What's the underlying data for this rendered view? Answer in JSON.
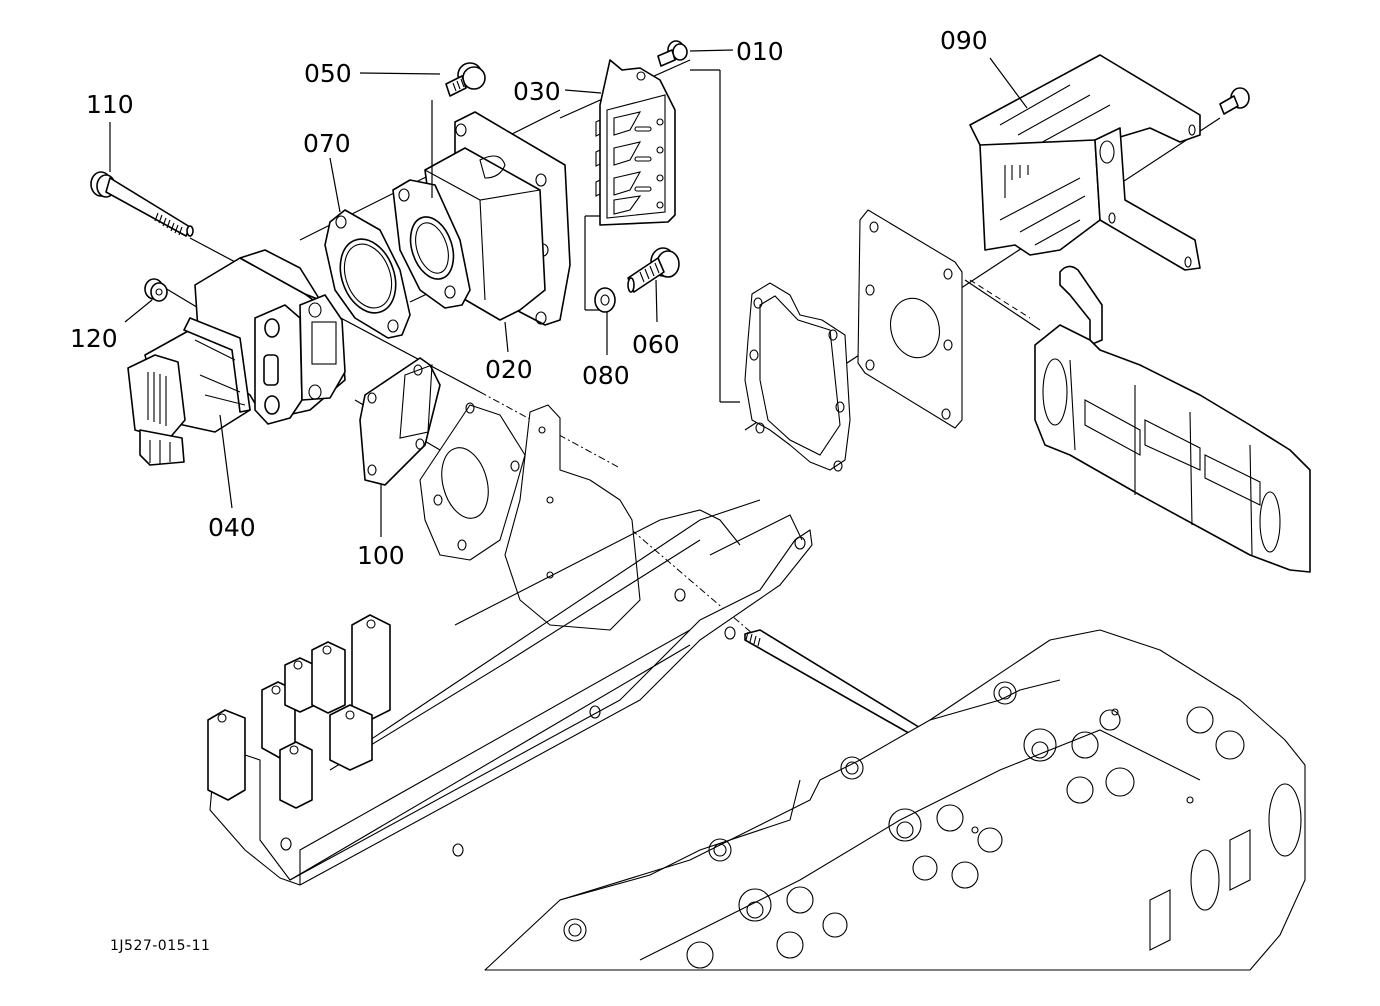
{
  "diagram": {
    "type": "exploded-parts-diagram",
    "drawing_code": "1J527-015-11",
    "callouts": [
      {
        "id": "010",
        "label": "010"
      },
      {
        "id": "020",
        "label": "020"
      },
      {
        "id": "030",
        "label": "030"
      },
      {
        "id": "040",
        "label": "040"
      },
      {
        "id": "050",
        "label": "050"
      },
      {
        "id": "060",
        "label": "060"
      },
      {
        "id": "070",
        "label": "070"
      },
      {
        "id": "080",
        "label": "080"
      },
      {
        "id": "090",
        "label": "090"
      },
      {
        "id": "100",
        "label": "100"
      },
      {
        "id": "110",
        "label": "110"
      },
      {
        "id": "120",
        "label": "120"
      }
    ]
  }
}
